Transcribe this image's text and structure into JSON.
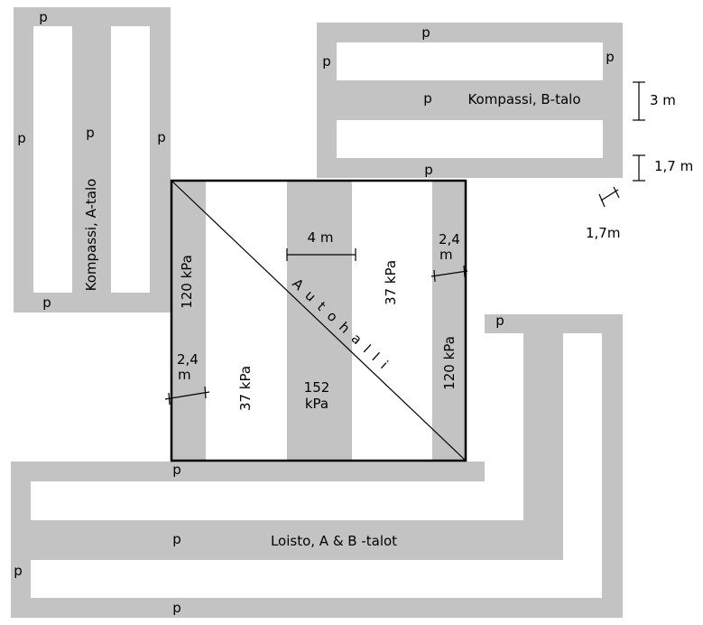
{
  "colors": {
    "strip": "#c3c3c3",
    "background": "#ffffff",
    "line": "#000000"
  },
  "labels": {
    "kompassi_a": "Kompassi, A-talo",
    "kompassi_b": "Kompassi, B-talo",
    "loisto": "Loisto, A & B -talot",
    "autohalli": "Autohalli",
    "p": "p"
  },
  "loads": {
    "left_strip": "120 kPa",
    "left_white": "37 kPa",
    "middle_1": "152",
    "middle_2": "kPa",
    "right_white": "37 kPa",
    "right_strip": "120 kPa"
  },
  "dimensions": {
    "middle_width": "4 m",
    "strip_24_a": "2,4",
    "strip_24_b": "m",
    "b_height": "3 m",
    "b_gap": "1,7 m",
    "b_corner": "1,7m"
  }
}
